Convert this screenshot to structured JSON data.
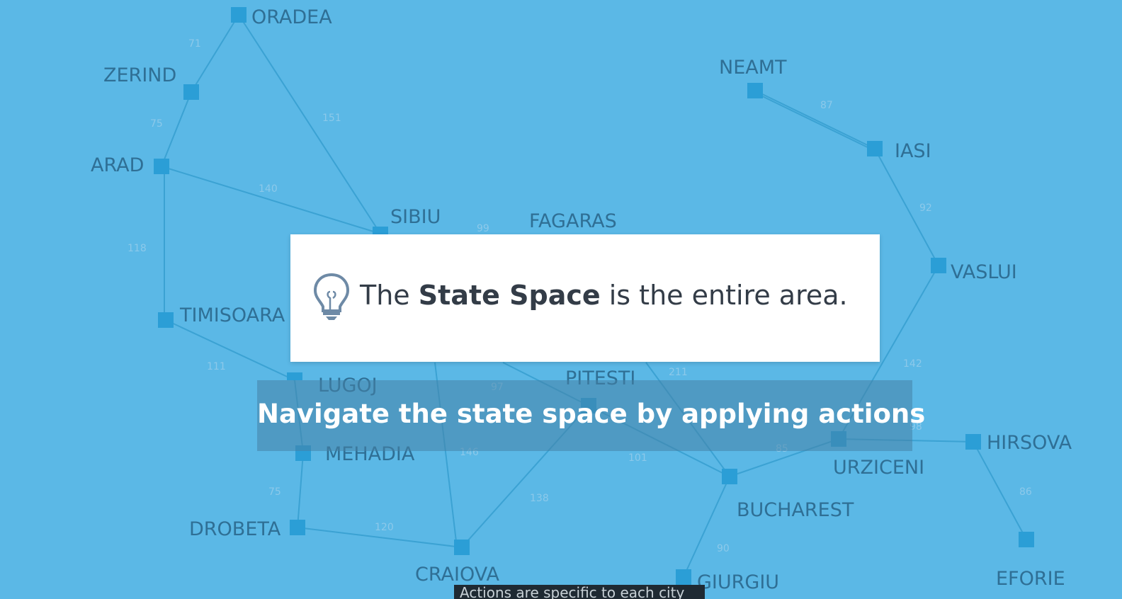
{
  "cities": {
    "oradea": "ORADEA",
    "zerind": "ZERIND",
    "arad": "ARAD",
    "sibiu": "SIBIU",
    "fagaras": "FAGARAS",
    "timisoara": "TIMISOARA",
    "lugoj": "LUGOJ",
    "mehadia": "MEHADIA",
    "drobeta": "DROBETA",
    "craiova": "CRAIOVA",
    "pitesti": "PITESTI",
    "bucharest": "BUCHAREST",
    "giurgiu": "GIURGIU",
    "urziceni": "URZICENI",
    "hirsova": "HIRSOVA",
    "eforie": "EFORIE",
    "vaslui": "VASLUI",
    "iasi": "IASI",
    "neamt": "NEAMT"
  },
  "distances": {
    "oradea_zerind": "71",
    "zerind_arad": "75",
    "oradea_sibiu": "151",
    "arad_sibiu": "140",
    "arad_timisoara": "118",
    "sibiu_fagaras": "99",
    "timisoara_lugoj": "111",
    "rimnicu_pitesti": "97",
    "rimnicu_craiova": "146",
    "fagaras_bucharest": "211",
    "mehadia_drobeta": "75",
    "drobeta_craiova": "120",
    "craiova_pitesti": "138",
    "pitesti_bucharest": "101",
    "bucharest_urziceni": "85",
    "bucharest_giurgiu": "90",
    "urziceni_vaslui": "142",
    "urziceni_hirsova": "98",
    "hirsova_eforie": "86",
    "vaslui_iasi": "92",
    "iasi_neamt": "87"
  },
  "callout": {
    "prefix": "The",
    "bold": "State Space",
    "suffix": "is the entire area.",
    "icon": "lightbulb-icon"
  },
  "caption": "Navigate the state space by applying actions",
  "subtitle": "Actions are specific to each city",
  "colors": {
    "background": "#5bb8e6",
    "road": "#3ba2d3",
    "node": "#2b9ed6",
    "city_text": "#2f6f95"
  }
}
